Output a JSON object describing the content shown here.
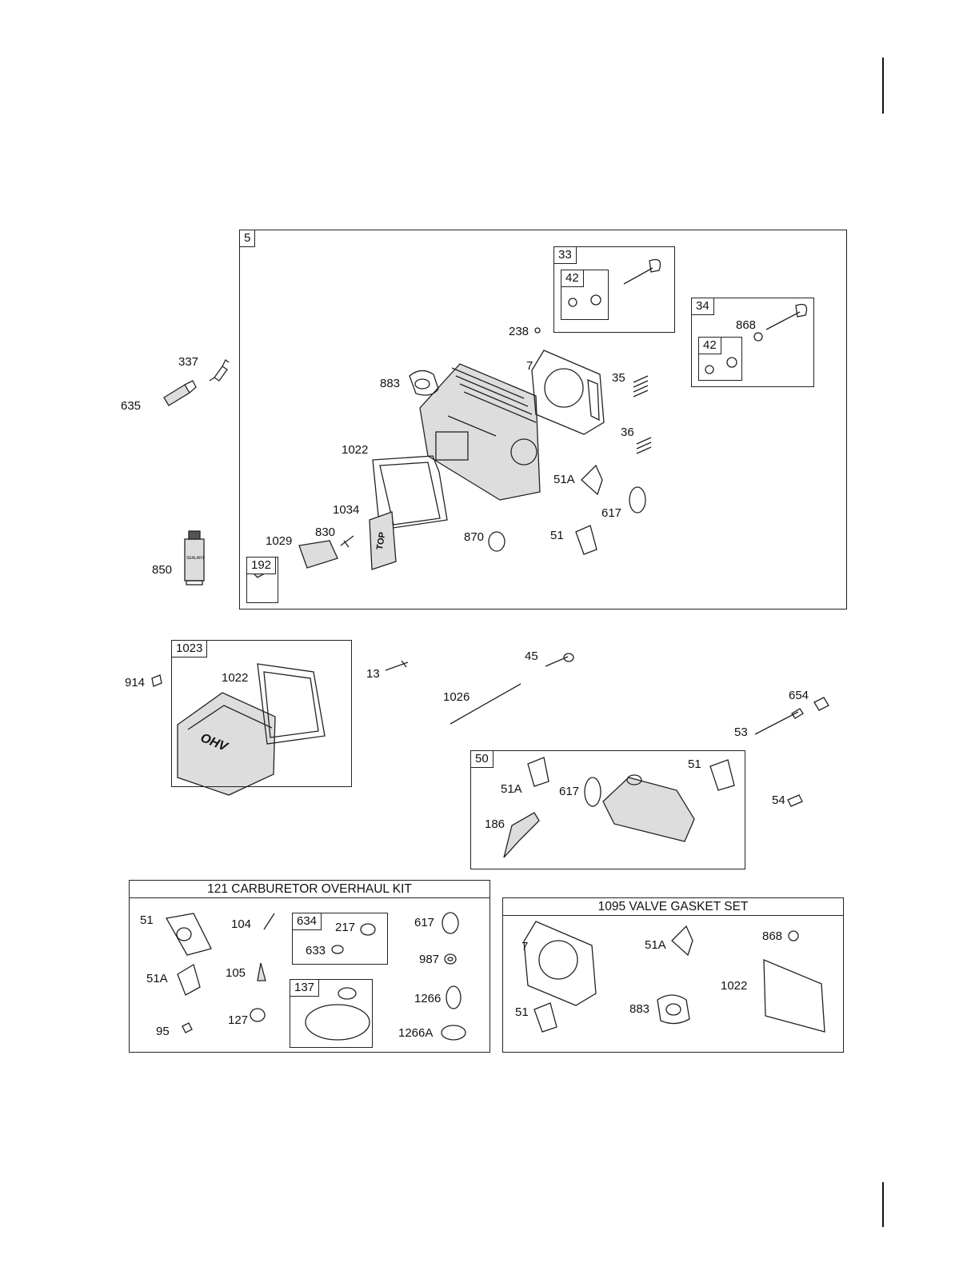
{
  "main_assembly": {
    "tag": "5",
    "sub_33": {
      "tag": "33",
      "inner_tag": "42"
    },
    "sub_34": {
      "tag": "34",
      "inner_tag": "42"
    },
    "sub_192": {
      "tag": "192"
    },
    "callouts": [
      "238",
      "7",
      "883",
      "35",
      "868",
      "36",
      "1022",
      "51A",
      "617",
      "1034",
      "830",
      "870",
      "51",
      "1029"
    ]
  },
  "outside_callouts": [
    "337",
    "635",
    "850"
  ],
  "cover_assembly": {
    "tag": "1023",
    "callouts": [
      "1022"
    ]
  },
  "middle_callouts": [
    "914",
    "13",
    "45",
    "1026",
    "654",
    "53",
    "54"
  ],
  "intake_assembly": {
    "tag": "50",
    "callouts": [
      "51A",
      "617",
      "51",
      "186"
    ]
  },
  "carb_kit": {
    "title": "121 CARBURETOR OVERHAUL KIT",
    "sub_634": {
      "tag": "634",
      "callouts": [
        "217",
        "633"
      ]
    },
    "sub_137": {
      "tag": "137"
    },
    "callouts": [
      "51",
      "104",
      "617",
      "987",
      "51A",
      "105",
      "1266",
      "95",
      "127",
      "1266A"
    ]
  },
  "gasket_set": {
    "title": "1095 VALVE GASKET SET",
    "callouts": [
      "7",
      "51A",
      "868",
      "1022",
      "51",
      "883"
    ]
  },
  "stamps": {
    "cover": "OHV",
    "gasket": "TOP",
    "tube": "SEALANT"
  }
}
